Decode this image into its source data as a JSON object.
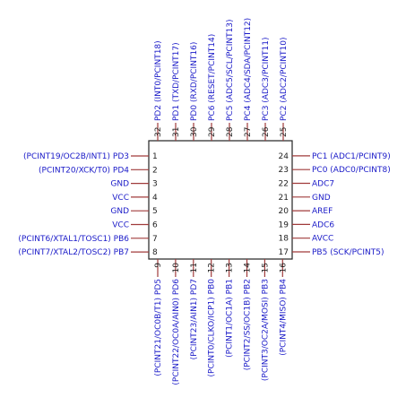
{
  "colors": {
    "pin_line": "#a03b3b",
    "pin_label": "#1a1ac8",
    "pin_number": "#222222",
    "body_outline": "#222222",
    "background": "#ffffff"
  },
  "component": {
    "type": "32-pin quad package pinout",
    "left_pins": [
      {
        "number": "1",
        "label": "(PCINT19/OC2B/INT1) PD3"
      },
      {
        "number": "2",
        "label": "(PCINT20/XCK/T0) PD4"
      },
      {
        "number": "3",
        "label": "GND"
      },
      {
        "number": "4",
        "label": "VCC"
      },
      {
        "number": "5",
        "label": "GND"
      },
      {
        "number": "6",
        "label": "VCC"
      },
      {
        "number": "7",
        "label": "(PCINT6/XTAL1/TOSC1) PB6"
      },
      {
        "number": "8",
        "label": "(PCINT7/XTAL2/TOSC2) PB7"
      }
    ],
    "bottom_pins": [
      {
        "number": "9",
        "label": "(PCINT21/OC0B/T1) PD5"
      },
      {
        "number": "10",
        "label": "(PCINT22/OC0A/AIN0) PD6"
      },
      {
        "number": "11",
        "label": "(PCINT23/AIN1) PD7"
      },
      {
        "number": "12",
        "label": "(PCINT0/CLKO/ICP1) PB0"
      },
      {
        "number": "13",
        "label": "(PCINT1/OC1A) PB1"
      },
      {
        "number": "14",
        "label": "(PCINT2/SS/OC1B) PB2"
      },
      {
        "number": "15",
        "label": "(PCINT3/OC2A/MOSI) PB3"
      },
      {
        "number": "16",
        "label": "(PCINT4/MISO) PB4"
      }
    ],
    "right_pins": [
      {
        "number": "17",
        "label": "PB5 (SCK/PCINT5)"
      },
      {
        "number": "18",
        "label": "AVCC"
      },
      {
        "number": "19",
        "label": "ADC6"
      },
      {
        "number": "20",
        "label": "AREF"
      },
      {
        "number": "21",
        "label": "GND"
      },
      {
        "number": "22",
        "label": "ADC7"
      },
      {
        "number": "23",
        "label": "PC0 (ADC0/PCINT8)"
      },
      {
        "number": "24",
        "label": "PC1 (ADC1/PCINT9)"
      }
    ],
    "top_pins": [
      {
        "number": "25",
        "label": "PC2 (ADC2/PCINT10)"
      },
      {
        "number": "26",
        "label": "PC3 (ADC3/PCINT11)"
      },
      {
        "number": "27",
        "label": "PC4 (ADC4/SDA/PCINT12)"
      },
      {
        "number": "28",
        "label": "PC5 (ADC5/SCL/PCINT13)"
      },
      {
        "number": "29",
        "label": "PC6 (RESET/PCINT14)"
      },
      {
        "number": "30",
        "label": "PD0 (RXD/PCINT16)"
      },
      {
        "number": "31",
        "label": "PD1 (TXD/PCINT17)"
      },
      {
        "number": "32",
        "label": "PD2 (INT0/PCINT18)"
      }
    ]
  }
}
